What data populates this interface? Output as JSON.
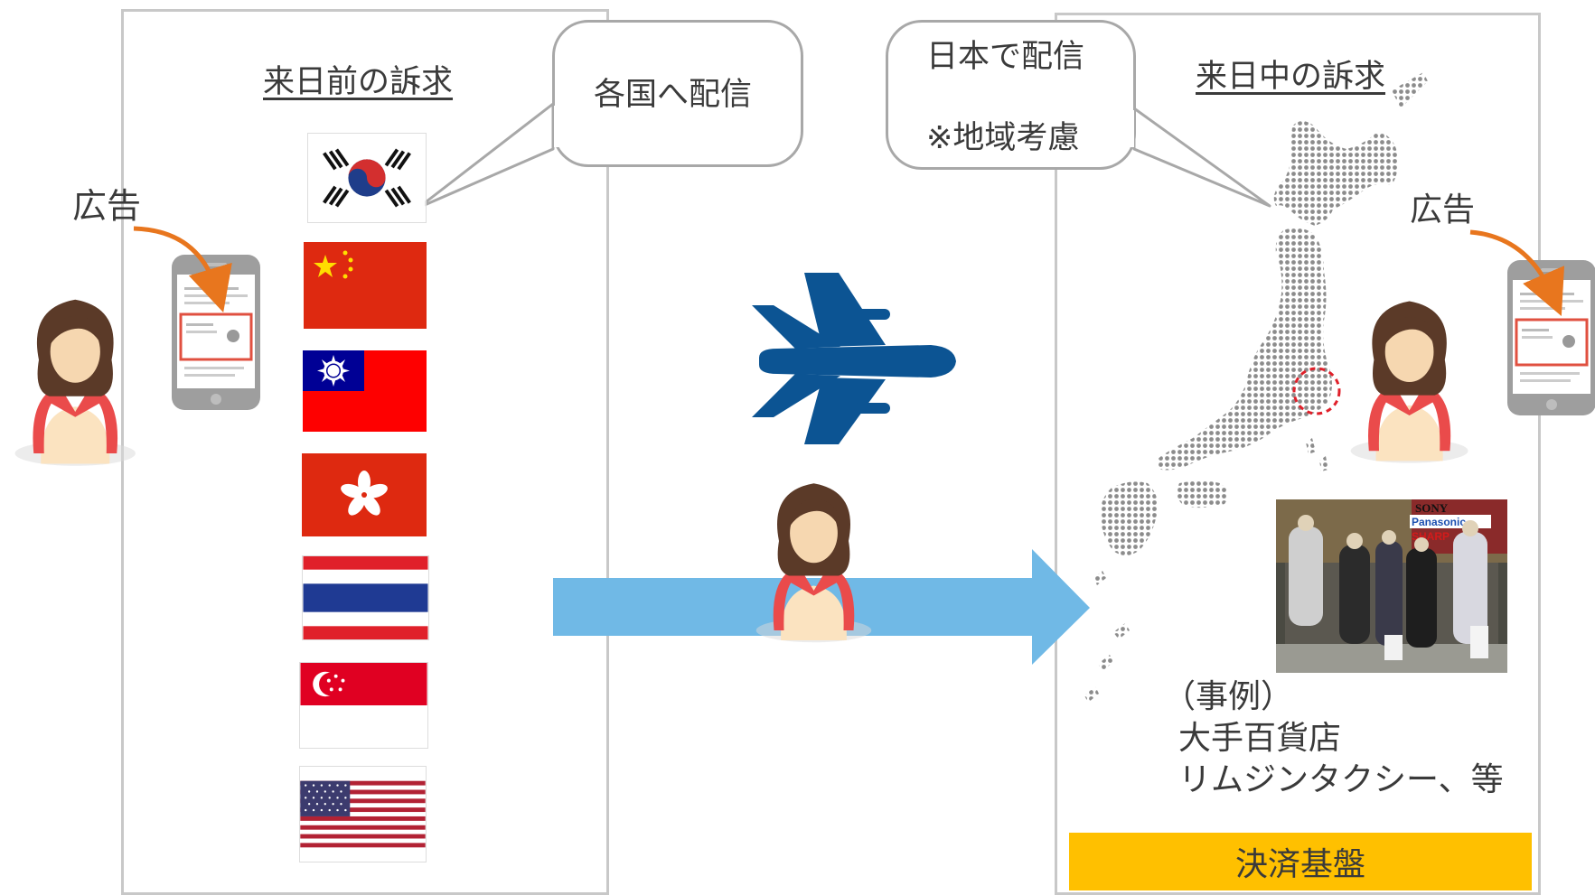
{
  "left_panel": {
    "title": "来日前の訴求",
    "ad_label": "広告",
    "bubble_text": "各国へ配信"
  },
  "right_panel": {
    "title": "来日中の訴求",
    "ad_label": "広告",
    "bubble_line1": "日本で配信",
    "bubble_line2": "※地域考慮",
    "example_line1": "（事例）",
    "example_line2": "大手百貨店",
    "example_line3": "リムジンタクシー、等",
    "payment_label": "決済基盤",
    "photo_signs": [
      "SONY",
      "Panasonic",
      "SHARP"
    ]
  },
  "flags": [
    "south-korea",
    "china",
    "taiwan",
    "hong-kong",
    "thailand",
    "singapore",
    "united-states"
  ],
  "colors": {
    "arrow_blue": "#70b9e6",
    "plane_blue": "#0c5493",
    "payment_yellow": "#ffc000",
    "ad_arrow_orange": "#e8761e",
    "region_circle_red": "#e0202a",
    "map_dot_gray": "#8c8c8c"
  }
}
